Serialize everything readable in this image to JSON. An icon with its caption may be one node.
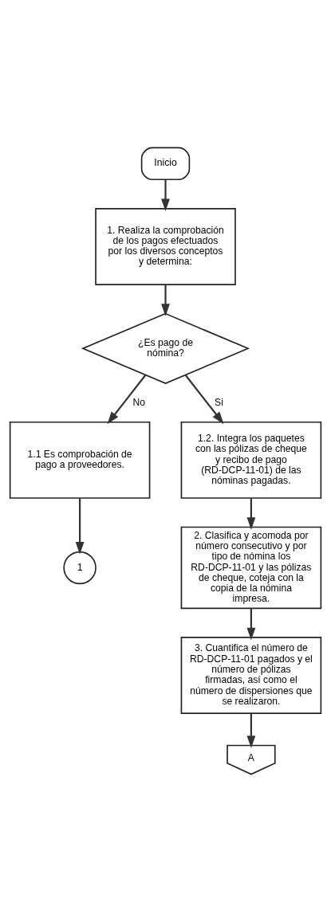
{
  "diagram": {
    "nodes": [
      {
        "text": [
          "Inicio"
        ]
      },
      {
        "text": [
          "1. Realiza la comprobación de los pagos efectuados por los diversos conceptos y determina:"
        ]
      },
      {
        "text": [
          "¿Es pago de nómina?"
        ]
      },
      {
        "text": [
          "1.1 Es comprobación de pago a proveedores."
        ]
      },
      {
        "text": [
          "1"
        ]
      },
      {
        "text": [
          "1.2. Integra los paquetes con las pólizas de cheque y recibo de pago (RD-DCP-11-01) de las nóminas pagadas."
        ]
      },
      {
        "text": [
          "2. Clasifica y acomoda por número consecutivo y por tipo de nómina los RD-DCP-11-01 y las pólizas de cheque, coteja con la copia de la nómina impresa."
        ]
      },
      {
        "text": [
          "3. Cuantifica el número de RD-DCP-11-01 pagados y el número de pólizas firmadas, así como el número de dispersiones que se realizaron."
        ]
      },
      {
        "text": [
          "A"
        ]
      }
    ],
    "edges": [
      {
        "from": 0,
        "to": 1,
        "arrow": "to"
      },
      {
        "from": 1,
        "to": 2,
        "arrow": "to"
      },
      {
        "from": 2,
        "to": 3,
        "label": "No",
        "arrow": "to"
      },
      {
        "from": 2,
        "to": 5,
        "label": "Si",
        "arrow": "to"
      },
      {
        "from": 3,
        "to": 4,
        "arrow": "to"
      },
      {
        "from": 5,
        "to": 6,
        "arrow": "to"
      },
      {
        "from": 6,
        "to": 7,
        "arrow": "to"
      },
      {
        "from": 7,
        "to": 8,
        "arrow": "to"
      }
    ]
  }
}
